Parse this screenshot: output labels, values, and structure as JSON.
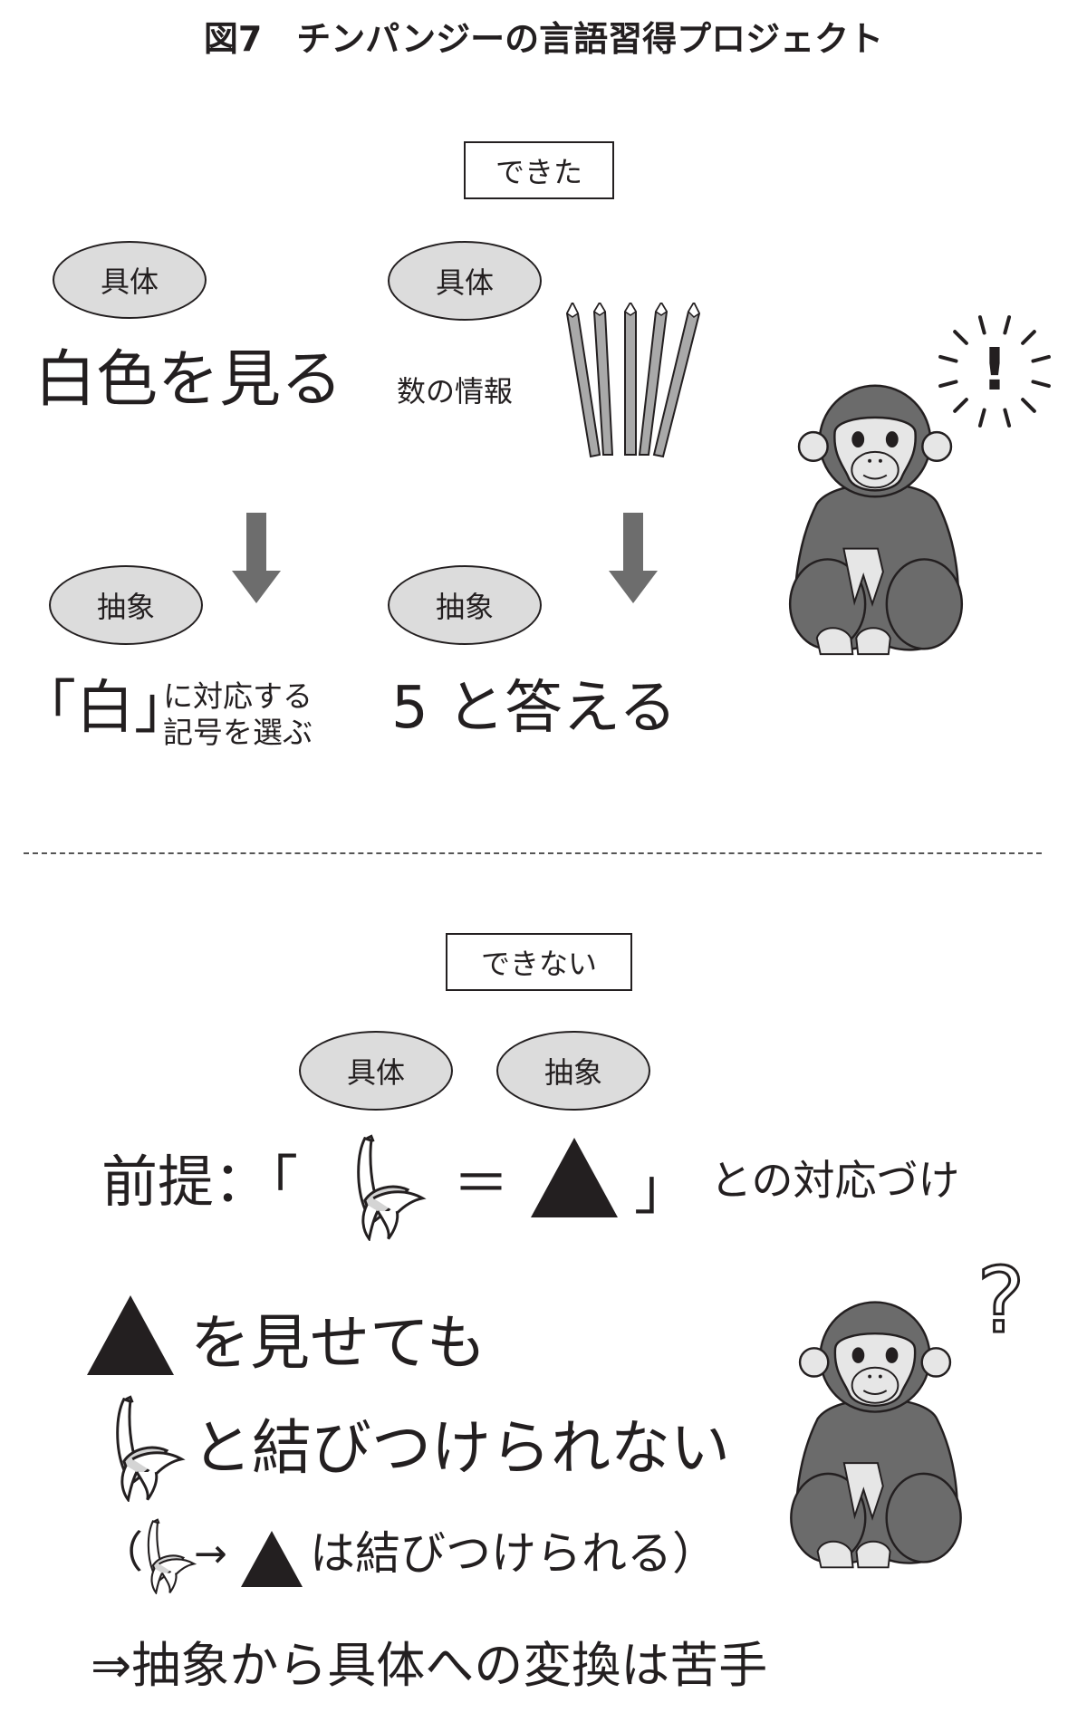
{
  "title": "図7　チンパンジーの言語習得プロジェクト",
  "can": {
    "label": "できた",
    "left": {
      "concrete_tag": "具体",
      "concrete_text": "白色を見る",
      "abstract_tag": "抽象",
      "abstract_symbol": "「白」",
      "abstract_line1": "に対応する",
      "abstract_line2": "記号を選ぶ"
    },
    "right": {
      "concrete_tag": "具体",
      "concrete_text": "数の情報",
      "abstract_tag": "抽象",
      "abstract_text": "5 と答える"
    },
    "reaction": "!"
  },
  "cannot": {
    "label": "できない",
    "tags": [
      "具体",
      "抽象"
    ],
    "premise_prefix": "前提：「",
    "premise_equals": "＝",
    "premise_close": "」",
    "premise_suffix": "との対応づけ",
    "line1": "を見せても",
    "line2": "と結びつけられない",
    "line3_open": "（",
    "line3_arrow": "→",
    "line3_text": "は結びつけられる）",
    "conclusion": "⇒抽象から具体への変換は苦手",
    "reaction": "?"
  },
  "colors": {
    "ink": "#231f20",
    "tag_fill": "#dcdcdc",
    "arrow": "#6d6d6d",
    "fur": "#6b6b6b",
    "face": "#e6e6e6"
  }
}
